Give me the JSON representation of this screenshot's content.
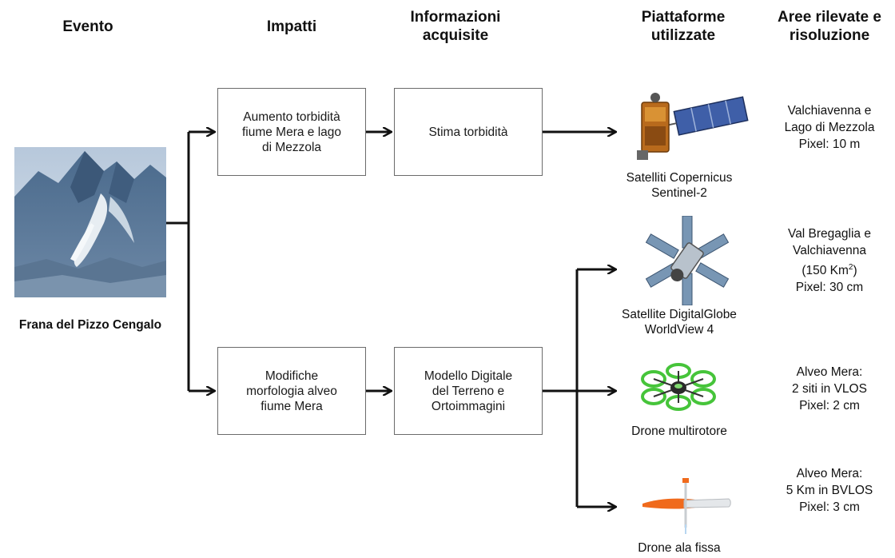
{
  "headers": {
    "evento": "Evento",
    "impatti": "Impatti",
    "informazioni": "Informazioni\nacquisite",
    "piattaforme": "Piattaforme\nutilizzate",
    "aree": "Aree rilevate e\nrisoluzione"
  },
  "event": {
    "label": "Frana del Pizzo Cengalo"
  },
  "impacts": [
    "Aumento torbidità\nfiume Mera e lago\ndi Mezzola",
    "Modifiche\nmorfologia alveo\nfiume Mera"
  ],
  "info": [
    "Stima torbidità",
    "Modello Digitale\ndel Terreno e\nOrtoimmagini"
  ],
  "platforms": [
    {
      "caption": "Satelliti Copernicus\nSentinel-2",
      "icon": "sentinel-2-satellite-icon"
    },
    {
      "caption": "Satellite DigitalGlobe\nWorldView 4",
      "icon": "worldview-satellite-icon"
    },
    {
      "caption": "Drone multirotore",
      "icon": "multirotor-drone-icon"
    },
    {
      "caption": "Drone ala fissa",
      "icon": "fixed-wing-drone-icon"
    }
  ],
  "areas": [
    {
      "text": "Valchiavenna e\nLago di Mezzola\nPixel: 10 m"
    },
    {
      "line1": "Val Bregaglia e",
      "line2": "Valchiavenna",
      "area_open": "(150 Km",
      "area_sup": "2",
      "area_close": ")",
      "line4": "Pixel: 30 cm"
    },
    {
      "text": "Alveo Mera:\n2 siti in VLOS\nPixel: 2 cm"
    },
    {
      "text": "Alveo Mera:\n5 Km in BVLOS\nPixel: 3 cm"
    }
  ],
  "colors": {
    "arrow": "#111111",
    "box_border": "#6b6b6b",
    "solar_panel": "#3f5fa8",
    "drone_green": "#46c43a",
    "wing_orange": "#f06a1c"
  }
}
